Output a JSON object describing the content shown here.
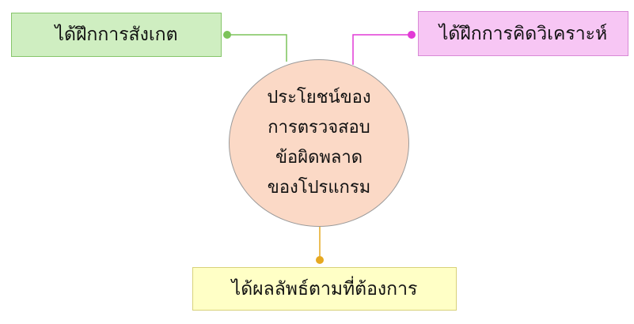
{
  "diagram": {
    "center": {
      "lines": [
        "ประโยชน์ของ",
        "การตรวจสอบ",
        "ข้อผิดพลาด",
        "ของโปรแกรม"
      ],
      "fill": "#fbd9c6"
    },
    "nodes": {
      "observation": {
        "label": "ได้ฝึกการสังเกต",
        "fill": "#cfeec1",
        "accent": "#7cc35a"
      },
      "analysis": {
        "label": "ได้ฝึกการคิดวิเคราะห์",
        "fill": "#f7c6f4",
        "accent": "#e23ad6"
      },
      "result": {
        "label": "ได้ผลลัพธ์ตามที่ต้องการ",
        "fill": "#ffffc6",
        "accent": "#e6a821"
      }
    }
  }
}
